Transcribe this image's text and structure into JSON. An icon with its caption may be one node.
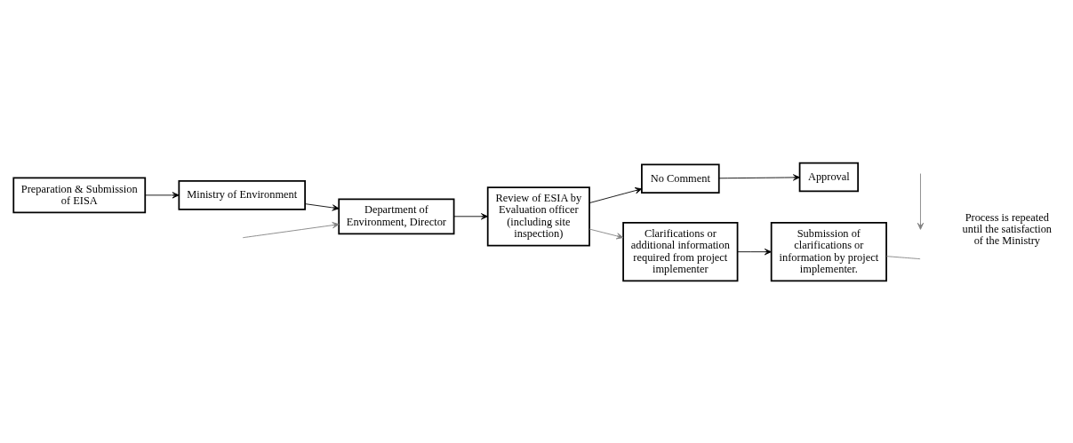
{
  "diagram": {
    "nodes": [
      {
        "text": [
          "Preparation & Submission of EISA"
        ]
      },
      {
        "text": [
          "Ministry of Environment"
        ]
      },
      {
        "text": [
          "Department of Environment, Director"
        ]
      },
      {
        "text": [
          "Review of ESIA by Evaluation officer (including site inspection)"
        ]
      },
      {
        "text": [
          "No Comment"
        ]
      },
      {
        "text": [
          "Approval"
        ]
      },
      {
        "text": [
          "Clarifications or additional information required from project implementer"
        ]
      },
      {
        "text": [
          "Submission of clarifications or information by project implementer."
        ]
      }
    ],
    "edges": [
      {
        "from": 0,
        "to": 1,
        "arrow": "to"
      },
      {
        "from": 1,
        "to": 2,
        "arrow": "to"
      },
      {
        "from": 2,
        "to": 3,
        "arrow": "to"
      },
      {
        "from": 3,
        "to": 4,
        "arrow": "to"
      },
      {
        "from": 3,
        "to": 6,
        "arrow": "to",
        "color": "#808080"
      },
      {
        "from": 4,
        "to": 5,
        "arrow": "to"
      },
      {
        "from": 6,
        "to": 7,
        "arrow": "to"
      },
      {
        "from": 7,
        "to": null,
        "arrow": "none",
        "color": "#808080"
      },
      {
        "from": null,
        "to": 2,
        "arrow": "to",
        "color": "#808080"
      }
    ],
    "legend": [
      {
        "text": "Process is repeated until the satisfaction of the Ministry"
      }
    ]
  }
}
